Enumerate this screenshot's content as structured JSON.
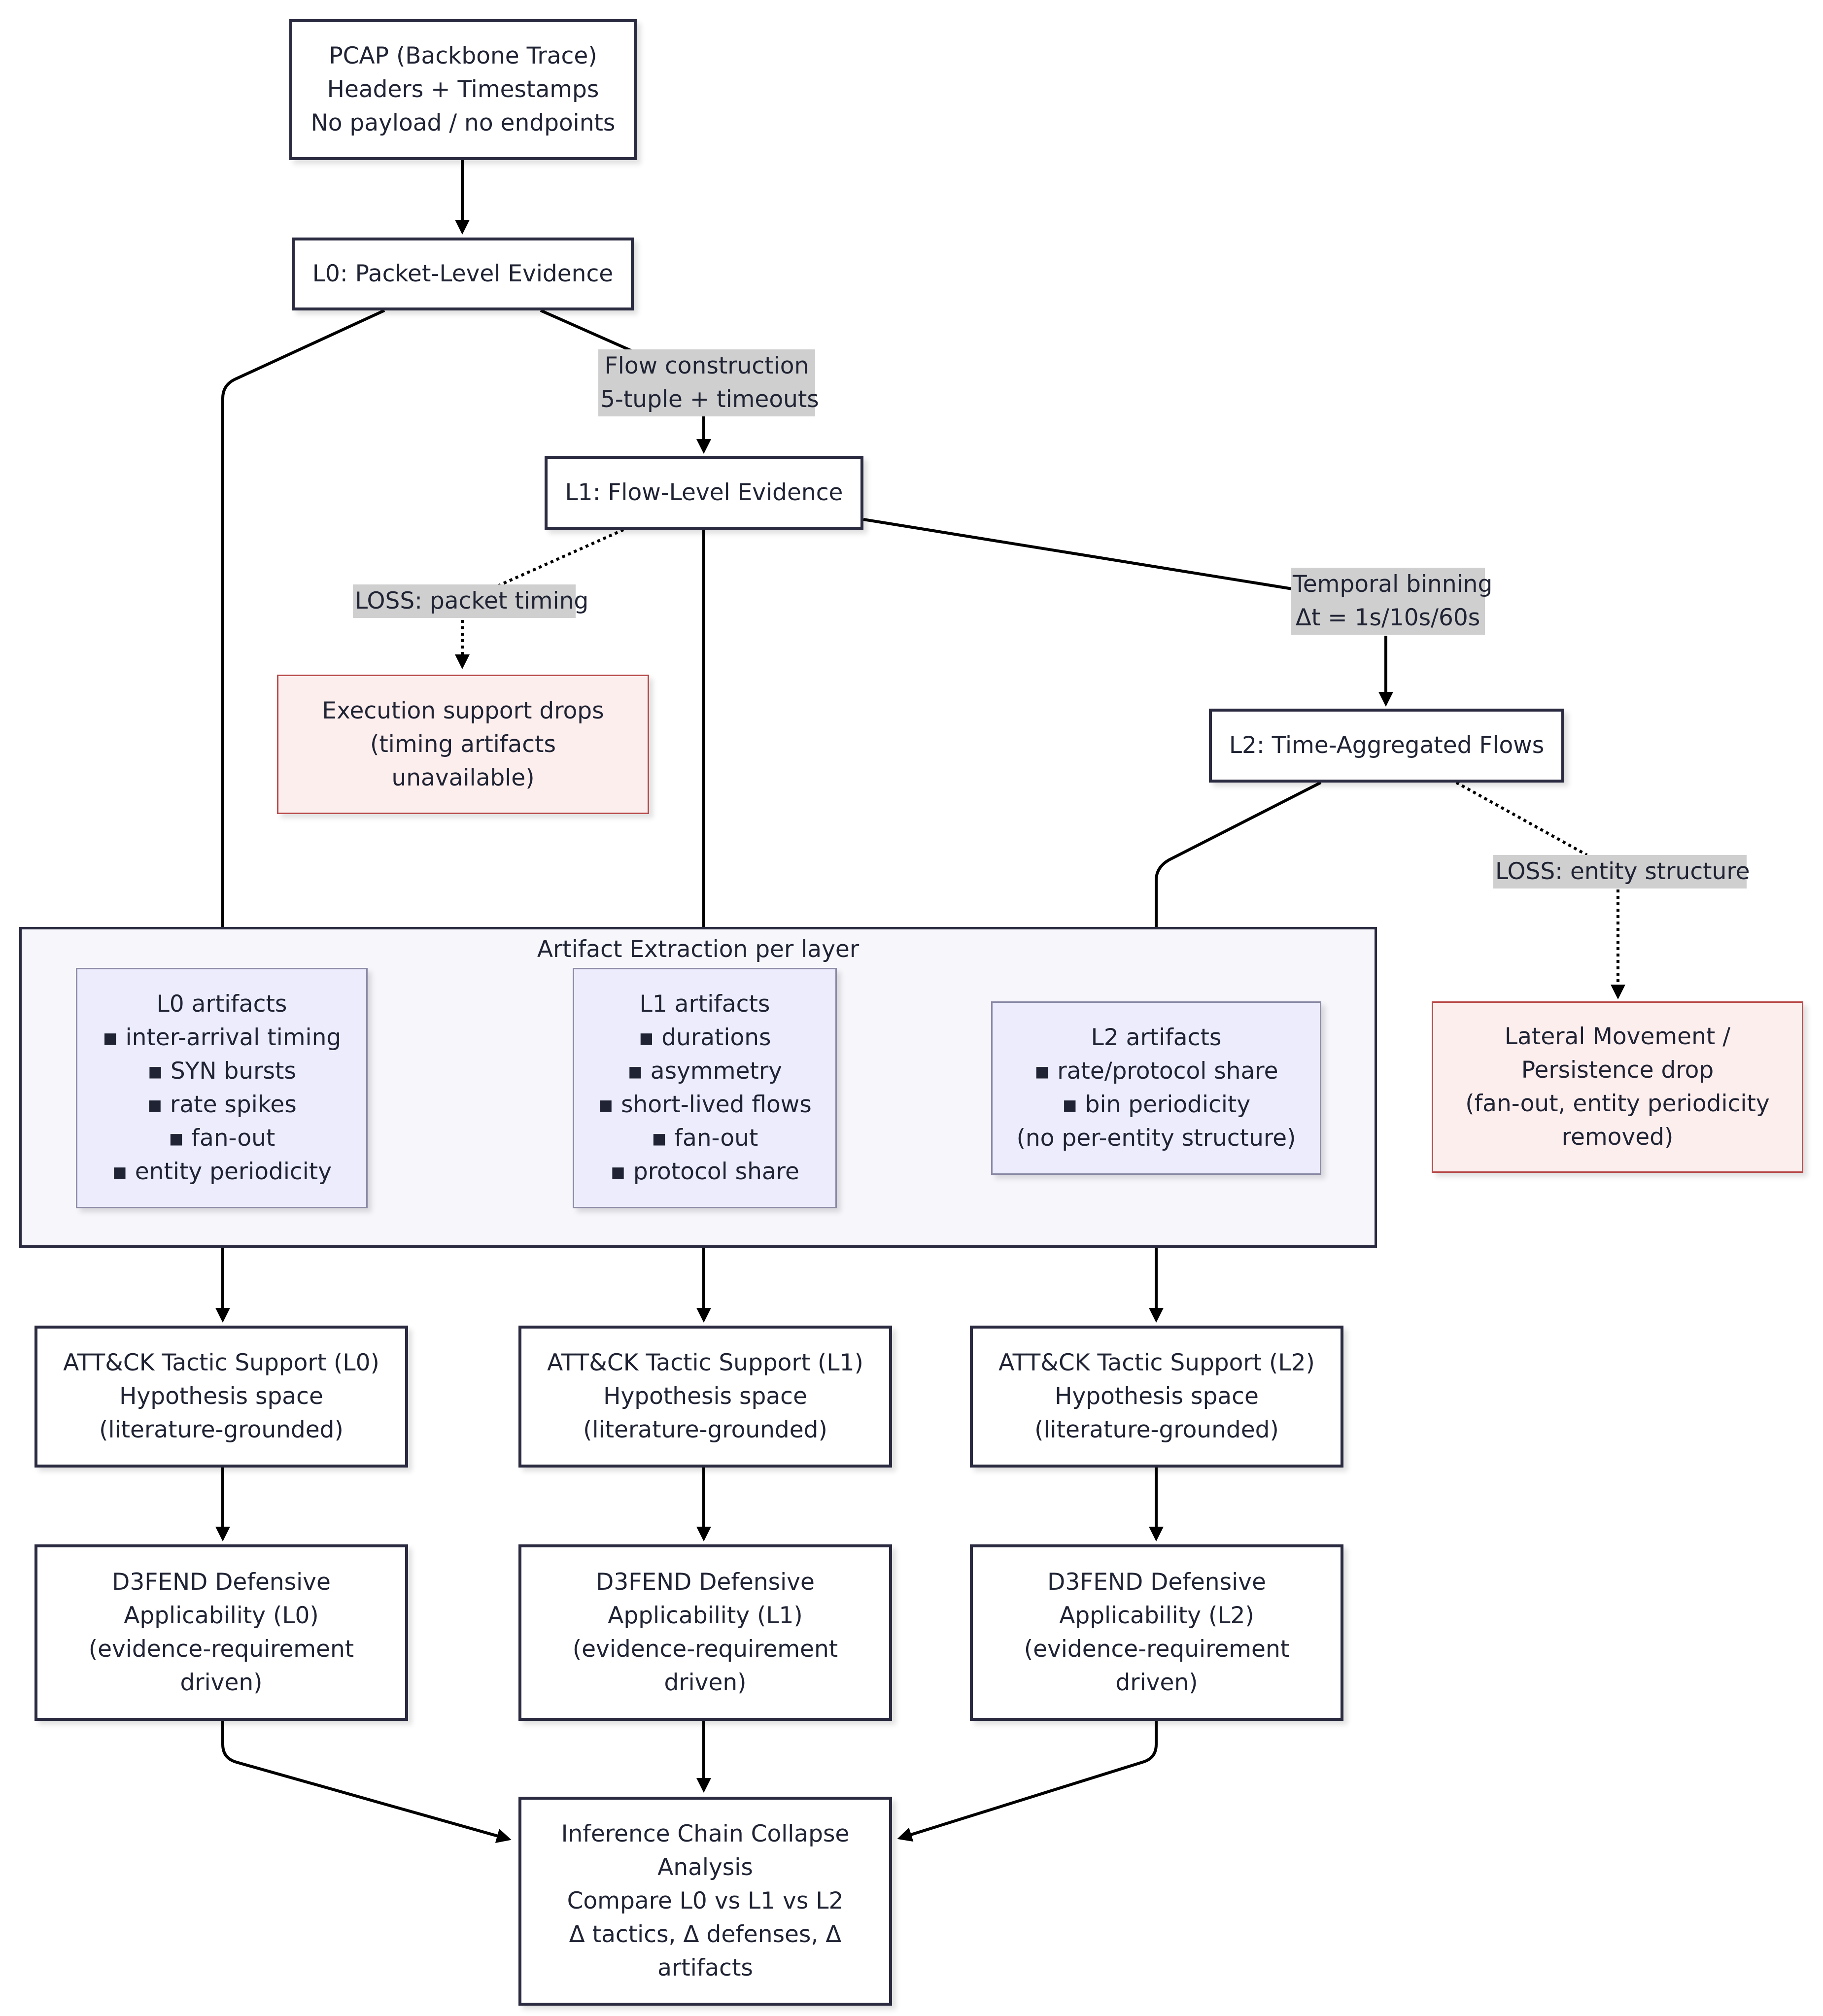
{
  "nodes": {
    "pcap": [
      "PCAP (Backbone Trace)",
      "Headers + Timestamps",
      "No payload / no endpoints"
    ],
    "l0": [
      "L0: Packet-Level Evidence"
    ],
    "l1": [
      "L1: Flow-Level Evidence"
    ],
    "l2": [
      "L2: Time-Aggregated Flows"
    ],
    "exec_drop": [
      "Execution support drops",
      "(timing artifacts",
      "unavailable)"
    ],
    "lateral_drop": [
      "Lateral Movement /",
      "Persistence drop",
      "(fan-out, entity periodicity",
      "removed)"
    ],
    "l0_artifacts": [
      "L0 artifacts",
      "▪ inter-arrival timing",
      "▪ SYN bursts",
      "▪ rate spikes",
      "▪ fan-out",
      "▪ entity periodicity"
    ],
    "l1_artifacts": [
      "L1 artifacts",
      "▪ durations",
      "▪ asymmetry",
      "▪ short-lived flows",
      "▪ fan-out",
      "▪ protocol share"
    ],
    "l2_artifacts": [
      "L2 artifacts",
      "▪ rate/protocol share",
      "▪ bin periodicity",
      "(no per-entity structure)"
    ],
    "attck_l0": [
      "ATT&CK Tactic Support (L0)",
      "Hypothesis space",
      "(literature-grounded)"
    ],
    "attck_l1": [
      "ATT&CK Tactic Support (L1)",
      "Hypothesis space",
      "(literature-grounded)"
    ],
    "attck_l2": [
      "ATT&CK Tactic Support (L2)",
      "Hypothesis space",
      "(literature-grounded)"
    ],
    "d3fend_l0": [
      "D3FEND Defensive",
      "Applicability (L0)",
      "(evidence-requirement",
      "driven)"
    ],
    "d3fend_l1": [
      "D3FEND Defensive",
      "Applicability (L1)",
      "(evidence-requirement",
      "driven)"
    ],
    "d3fend_l2": [
      "D3FEND Defensive",
      "Applicability (L2)",
      "(evidence-requirement",
      "driven)"
    ],
    "collapse": [
      "Inference Chain Collapse",
      "Analysis",
      "Compare L0 vs L1 vs L2",
      "Δ tactics, Δ defenses, Δ",
      "artifacts"
    ]
  },
  "cluster": {
    "title": "Artifact Extraction per layer"
  },
  "edge_labels": {
    "flow_construction": [
      "Flow construction",
      "5-tuple + timeouts"
    ],
    "loss_packet_timing": [
      "LOSS: packet timing"
    ],
    "temporal_binning": [
      "Temporal binning",
      "Δt = 1s/10s/60s"
    ],
    "loss_entity_structure": [
      "LOSS: entity structure"
    ]
  },
  "colors": {
    "stroke": "#2a2a40",
    "arrow": "#000000",
    "artifact_fill": "#ececfd",
    "loss_fill": "#fdeeee",
    "loss_border": "#b94a4a",
    "label_bg": "#cfcfcf",
    "cluster_fill": "#f7f7fb"
  }
}
